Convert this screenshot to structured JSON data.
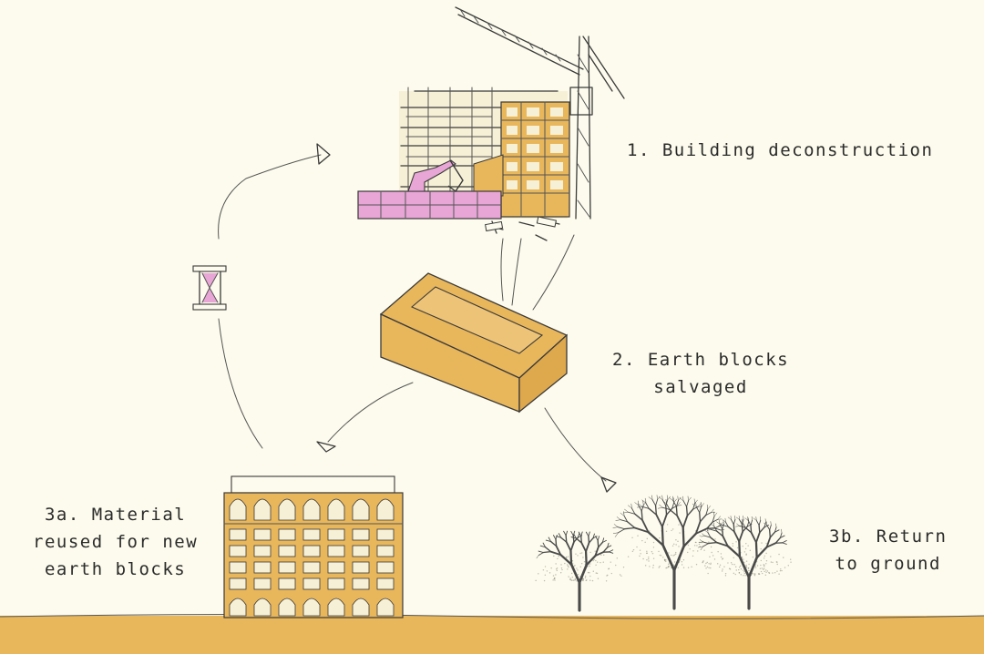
{
  "steps": {
    "step1": {
      "lines": [
        "1. Building deconstruction"
      ]
    },
    "step2": {
      "lines": [
        "2. Earth blocks",
        "salvaged"
      ]
    },
    "step3a": {
      "lines": [
        "3a. Material",
        "reused for new",
        "earth blocks"
      ]
    },
    "step3b": {
      "lines": [
        "3b. Return",
        "to ground"
      ]
    }
  },
  "colors": {
    "background": "#fdfbed",
    "ground": "#e8b65b",
    "earth_block": "#e8b65b",
    "excavator_pink": "#e8a6d6",
    "ink": "#3a3a3a"
  },
  "icons": [
    "crane-icon",
    "excavator-icon",
    "earth-block-icon",
    "hourglass-icon",
    "new-building-icon",
    "tree-icon"
  ]
}
